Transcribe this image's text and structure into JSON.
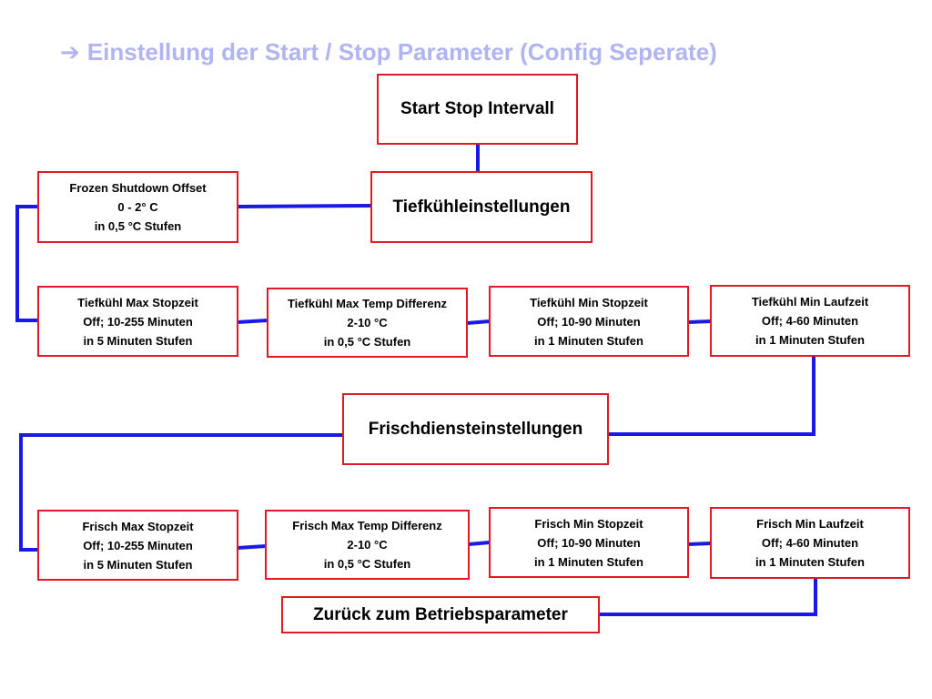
{
  "page": {
    "title_arrow": "➔",
    "title": "Einstellung der Start / Stop Parameter (Config Seperate)"
  },
  "colors": {
    "title": "#b0b4f0",
    "box_border": "#e01b24",
    "connector": "#1a1ae6"
  },
  "nodes": {
    "start_stop": {
      "label": "Start Stop Intervall"
    },
    "tiefkuehl": {
      "label": "Tiefkühleinstellungen"
    },
    "frozen_offset": {
      "lines": [
        "Frozen Shutdown Offset",
        "0 - 2° C",
        "in 0,5 °C Stufen"
      ]
    },
    "tk_max_stopzeit": {
      "lines": [
        "Tiefkühl Max Stopzeit",
        "Off; 10-255 Minuten",
        "in 5 Minuten Stufen"
      ]
    },
    "tk_max_temp": {
      "lines": [
        "Tiefkühl Max Temp Differenz",
        "2-10 °C",
        "in 0,5 °C Stufen"
      ]
    },
    "tk_min_stopzeit": {
      "lines": [
        "Tiefkühl Min Stopzeit",
        "Off; 10-90 Minuten",
        "in 1 Minuten Stufen"
      ]
    },
    "tk_min_laufzeit": {
      "lines": [
        "Tiefkühl Min Laufzeit",
        "Off; 4-60 Minuten",
        "in 1 Minuten Stufen"
      ]
    },
    "frischdienst": {
      "label": "Frischdiensteinstellungen"
    },
    "fr_max_stopzeit": {
      "lines": [
        "Frisch Max Stopzeit",
        "Off; 10-255 Minuten",
        "in 5 Minuten Stufen"
      ]
    },
    "fr_max_temp": {
      "lines": [
        "Frisch Max Temp Differenz",
        "2-10 °C",
        "in 0,5 °C Stufen"
      ]
    },
    "fr_min_stopzeit": {
      "lines": [
        "Frisch Min Stopzeit",
        "Off; 10-90 Minuten",
        "in 1 Minuten Stufen"
      ]
    },
    "fr_min_laufzeit": {
      "lines": [
        "Frisch Min Laufzeit",
        "Off; 4-60 Minuten",
        "in 1 Minuten Stufen"
      ]
    },
    "zurueck": {
      "label": "Zurück zum Betriebsparameter"
    }
  }
}
